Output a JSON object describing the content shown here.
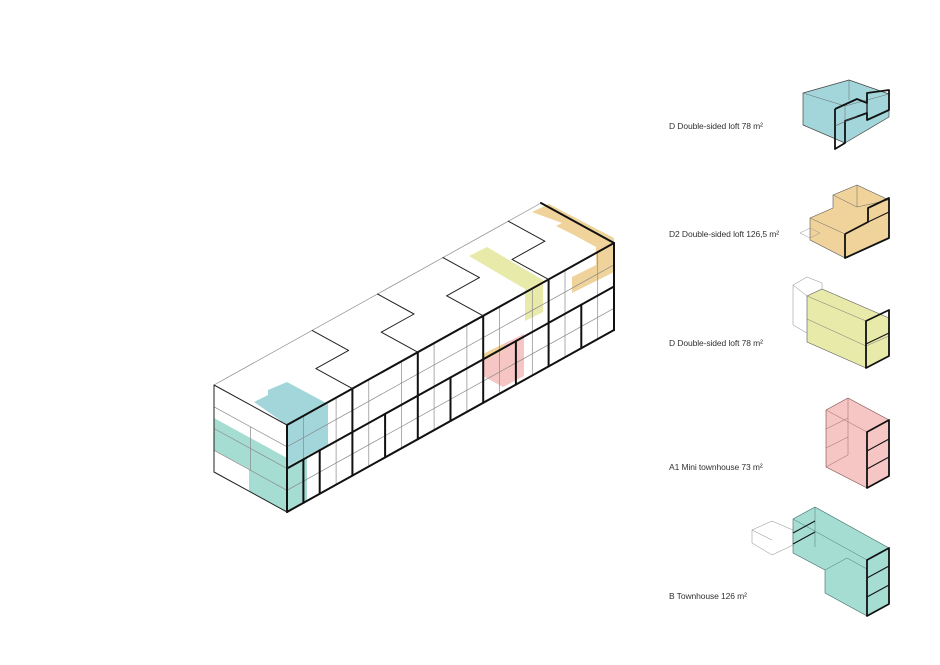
{
  "diagram": {
    "title": "Housing typologies axonometric",
    "colors": {
      "D": "#a3d6da",
      "D2": "#f0d39b",
      "D_yellow": "#e8eaaa",
      "A1": "#f6c6c4",
      "B": "#a5ddd2",
      "line": "#111111",
      "thin": "#888888"
    },
    "legend": [
      {
        "id": "D",
        "label": "D Double-sided loft 78 m²",
        "color_key": "D"
      },
      {
        "id": "D2",
        "label": "D2 Double-sided loft 126,5 m²",
        "color_key": "D2"
      },
      {
        "id": "D-b",
        "label": "D Double-sided loft 78 m²",
        "color_key": "D_yellow"
      },
      {
        "id": "A1",
        "label": "A1 Mini townhouse 73 m²",
        "color_key": "A1"
      },
      {
        "id": "B",
        "label": "B Townhouse 126 m²",
        "color_key": "B"
      }
    ]
  }
}
